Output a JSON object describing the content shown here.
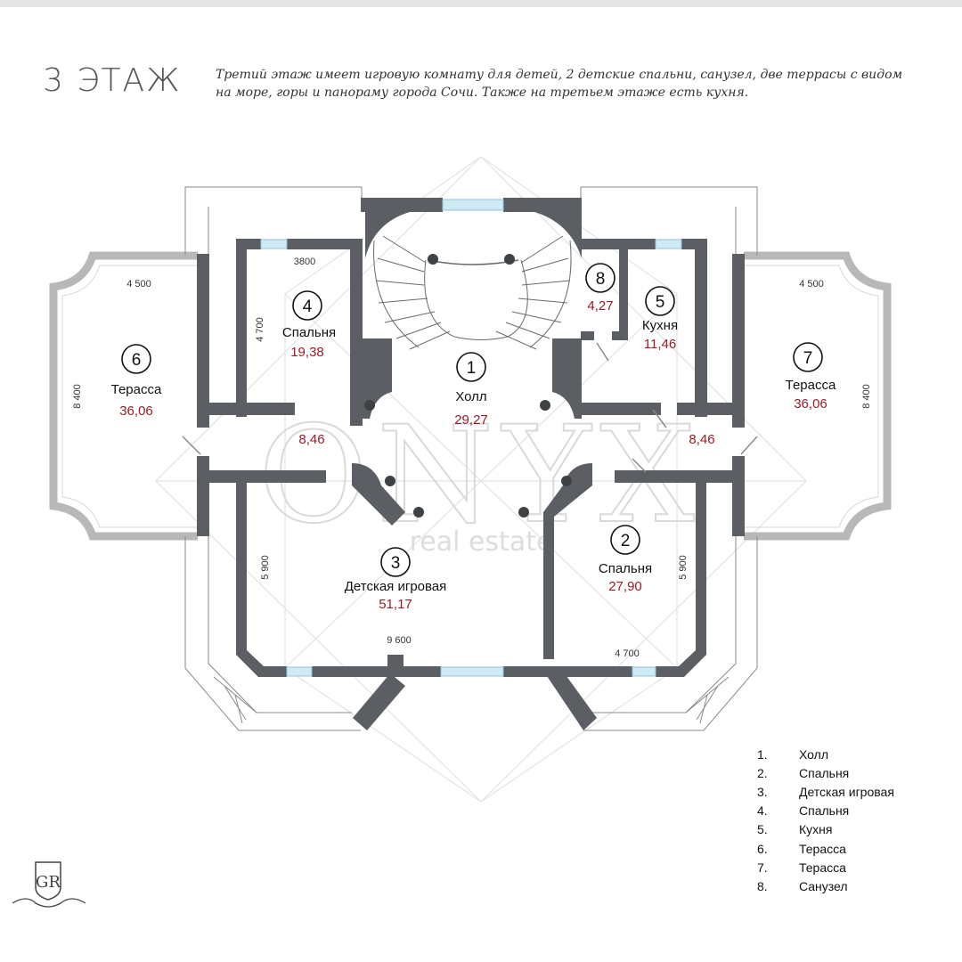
{
  "header": {
    "floor_title": "3 ЭТАЖ",
    "description": "Третий этаж имеет игровую комнату для детей, 2 детские спальни, санузел, две террасы с видом на море, горы и панораму города Сочи. Также на третьем этаже есть кухня."
  },
  "rooms": [
    {
      "num": "1",
      "name": "Холл",
      "area": "29,27"
    },
    {
      "num": "2",
      "name": "Спальня",
      "area": "27,90"
    },
    {
      "num": "3",
      "name": "Детская игровая",
      "area": "51,17"
    },
    {
      "num": "4",
      "name": "Спальня",
      "area": "19,38"
    },
    {
      "num": "5",
      "name": "Кухня",
      "area": "11,46"
    },
    {
      "num": "6",
      "name": "Терасса",
      "area": "36,06"
    },
    {
      "num": "7",
      "name": "Терасса",
      "area": "36,06"
    },
    {
      "num": "8",
      "name": "",
      "area": "4,27"
    }
  ],
  "corridor_areas": {
    "left": "8,46",
    "right": "8,46"
  },
  "dimensions": {
    "left_terrace_width": "4 500",
    "left_terrace_height": "8 400",
    "right_terrace_width": "4 500",
    "right_terrace_height": "8 400",
    "bedroom4_width": "3800",
    "bedroom4_height": "4 700",
    "playroom_width": "9 600",
    "playroom_height": "5 900",
    "bedroom2_width": "4 700",
    "bedroom2_height": "5 900"
  },
  "legend": [
    {
      "num": "1.",
      "label": "Холл"
    },
    {
      "num": "2.",
      "label": "Спальня"
    },
    {
      "num": "3.",
      "label": "Детская игровая"
    },
    {
      "num": "4.",
      "label": "Спальня"
    },
    {
      "num": "5.",
      "label": "Кухня"
    },
    {
      "num": "6.",
      "label": "Терасса"
    },
    {
      "num": "7.",
      "label": "Терасса"
    },
    {
      "num": "8.",
      "label": "Санузел"
    }
  ],
  "watermark": {
    "brand": "ONYX",
    "tagline": "real estate"
  },
  "logo": {
    "monogram": "GR"
  },
  "colors": {
    "wall": "#5b5f63",
    "area": "#9b1c26",
    "glass": "#cfeaf5",
    "terrace": "#b8b8b8"
  }
}
